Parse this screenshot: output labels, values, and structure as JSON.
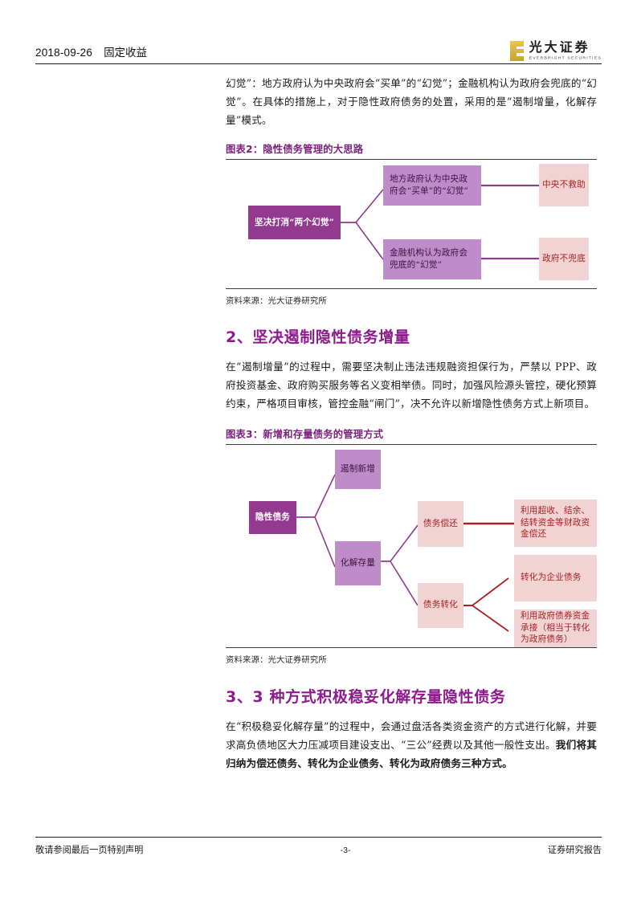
{
  "header": {
    "date": "2018-09-26",
    "category": "固定收益",
    "logo_cn": "光大证券",
    "logo_en": "EVERBRIGHT SECURITIES",
    "logo_color": "#C8A42E"
  },
  "intro_paragraph": "幻觉”：地方政府认为中央政府会“买单”的“幻觉”；金融机构认为政府会兜底的“幻觉”。在具体的措施上，对于隐性政府债务的处置，采用的是“遏制增量，化解存量”模式。",
  "figure2": {
    "caption": "图表2：隐性债务管理的大思路",
    "source": "资料来源：光大证券研究所",
    "nodes": {
      "root": "坚决打消“两个幻觉”",
      "branch1": "地方政府认为中央政府会“买单”的“幻觉”",
      "branch2": "金融机构认为政府会兜底的“幻觉”",
      "leaf1": "中央不救助",
      "leaf2": "政府不兜底"
    },
    "colors": {
      "root_bg": "#93398F",
      "branch_bg": "#BE8CC8",
      "leaf_bg": "#F2D3D3",
      "connector": "#8E3A8E",
      "leaf_text": "#A52323"
    }
  },
  "section2": {
    "heading": "2、坚决遏制隐性债务增量",
    "paragraph": "在“遏制增量”的过程中，需要坚决制止违法违规融资担保行为，严禁以 PPP、政府投资基金、政府购买服务等名义变相举债。同时，加强风险源头管控，硬化预算约束，严格项目审核，管控金融“闸门”，决不允许以新增隐性债务方式上新项目。"
  },
  "figure3": {
    "caption": "图表3：新增和存量债务的管理方式",
    "source": "资料来源：光大证券研究所",
    "nodes": {
      "root": "隐性债务",
      "mid1": "遏制新增",
      "mid2": "化解存量",
      "sub1": "债务偿还",
      "sub2": "债务转化",
      "leaf1": "利用超收、结余、结转资金等财政资金偿还",
      "leaf2": "转化为企业债务",
      "leaf3": "利用政府债券资金承接（相当于转化为政府债务）"
    },
    "colors": {
      "root_bg": "#93398F",
      "mid_bg": "#BE8CC8",
      "pink_bg": "#F2D3D3",
      "connector_purple": "#8E3A8E",
      "connector_red": "#A82020"
    }
  },
  "section3": {
    "heading": "3、3 种方式积极稳妥化解存量隐性债务",
    "paragraph_normal": "在“积极稳妥化解存量”的过程中，会通过盘活各类资金资产的方式进行化解，并要求高负债地区大力压减项目建设支出、“三公”经费以及其他一般性支出。",
    "paragraph_bold": "我们将其归纳为偿还债务、转化为企业债务、转化为政府债务三种方式。"
  },
  "footer": {
    "left": "敬请参阅最后一页特别声明",
    "page": "-3-",
    "right": "证券研究报告"
  }
}
